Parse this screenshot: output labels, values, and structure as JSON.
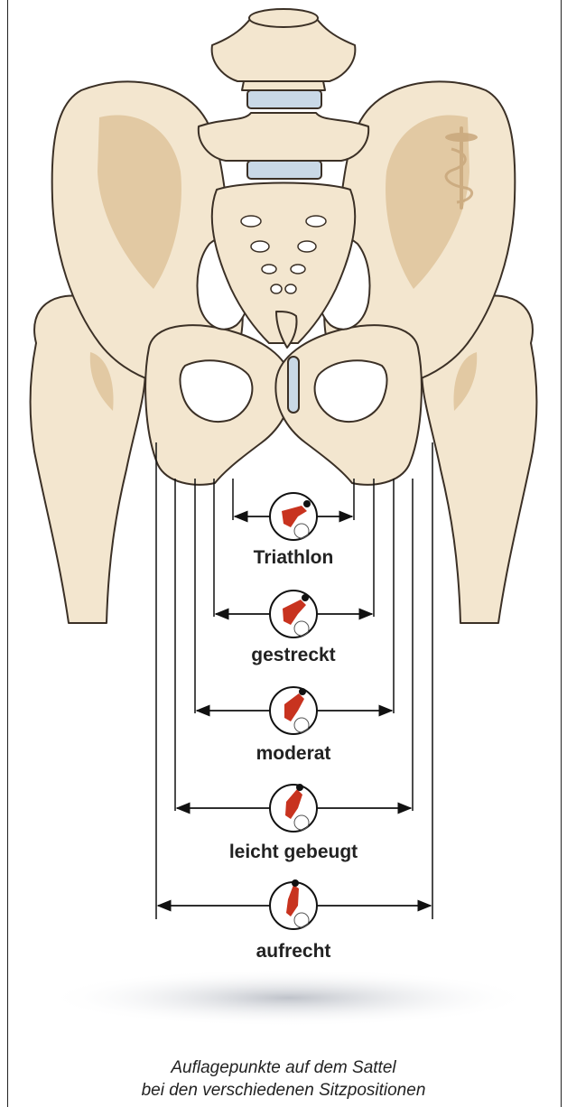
{
  "positions": [
    {
      "id": "triathlon",
      "label": "Triathlon"
    },
    {
      "id": "gestreckt",
      "label": "gestreckt"
    },
    {
      "id": "moderat",
      "label": "moderat"
    },
    {
      "id": "leicht-gebeugt",
      "label": "leicht gebeugt"
    },
    {
      "id": "aufrecht",
      "label": "aufrecht"
    }
  ],
  "caption": {
    "line1": "Auflagepunkte auf dem Sattel",
    "line2": "bei den verschiedenen Sitzpositionen"
  },
  "colors": {
    "bone": "#f3e6cf",
    "bone_shadow": "#e2c9a3",
    "bone_outline": "#3b3026",
    "disc": "#c9d8e6",
    "rider_red": "#c8331f",
    "line": "#111111"
  }
}
